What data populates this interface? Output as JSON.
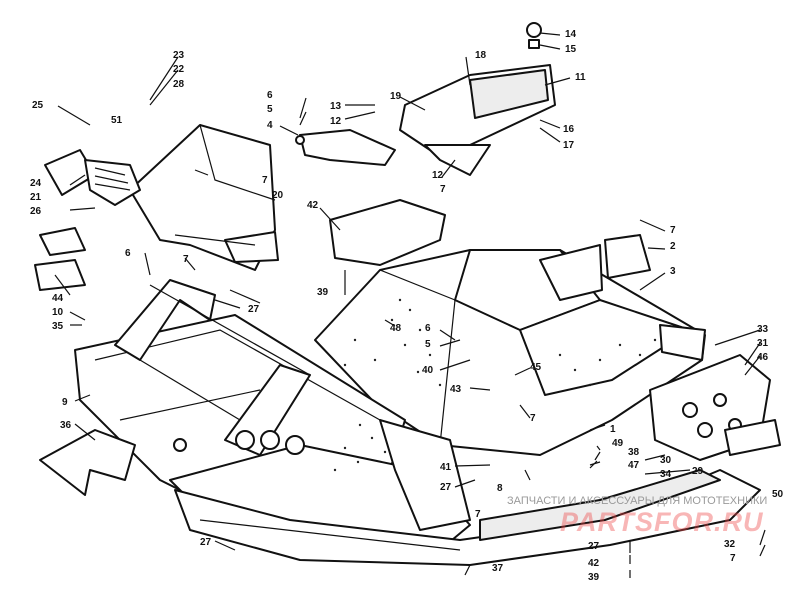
{
  "labels": [
    "1",
    "2",
    "3",
    "4",
    "5",
    "6",
    "7",
    "8",
    "9",
    "10",
    "11",
    "12",
    "13",
    "14",
    "15",
    "16",
    "17",
    "18",
    "19",
    "20",
    "21",
    "22",
    "23",
    "24",
    "25",
    "26",
    "27",
    "28",
    "29",
    "30",
    "31",
    "32",
    "33",
    "34",
    "35",
    "36",
    "37",
    "38",
    "39",
    "40",
    "41",
    "42",
    "43",
    "44",
    "45",
    "46",
    "47",
    "48",
    "49",
    "50",
    "51"
  ],
  "watermark": {
    "line": "ЗАПЧАСТИ И АКСЕССУАРЫ ДЛЯ МОТОТЕХНИКИ",
    "brand": "PARTSFOR.RU"
  }
}
